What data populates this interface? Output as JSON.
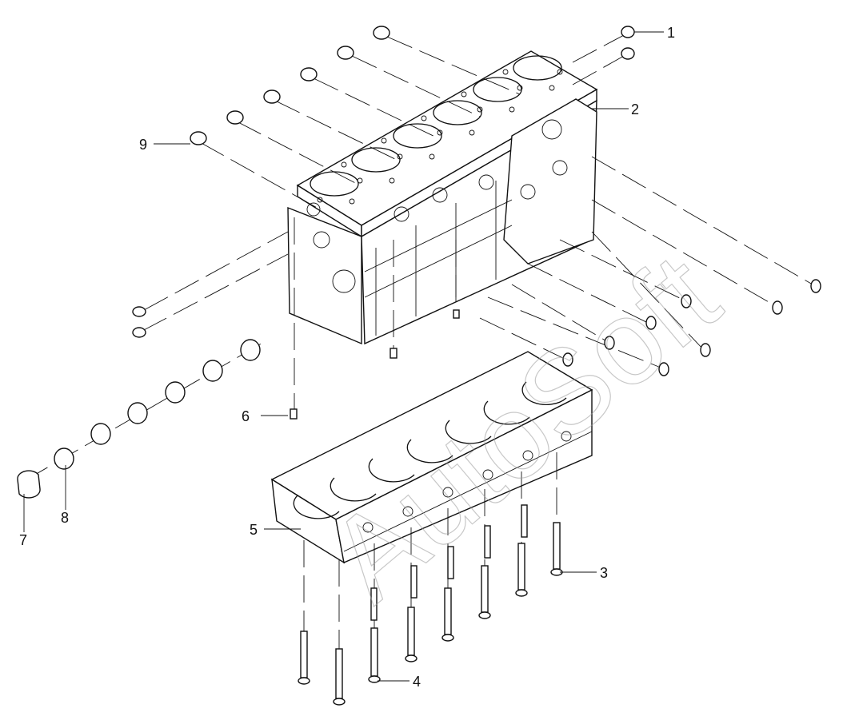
{
  "watermark": "AutoSoft",
  "callouts": [
    "1",
    "2",
    "3",
    "4",
    "5",
    "6",
    "7",
    "8",
    "9"
  ]
}
